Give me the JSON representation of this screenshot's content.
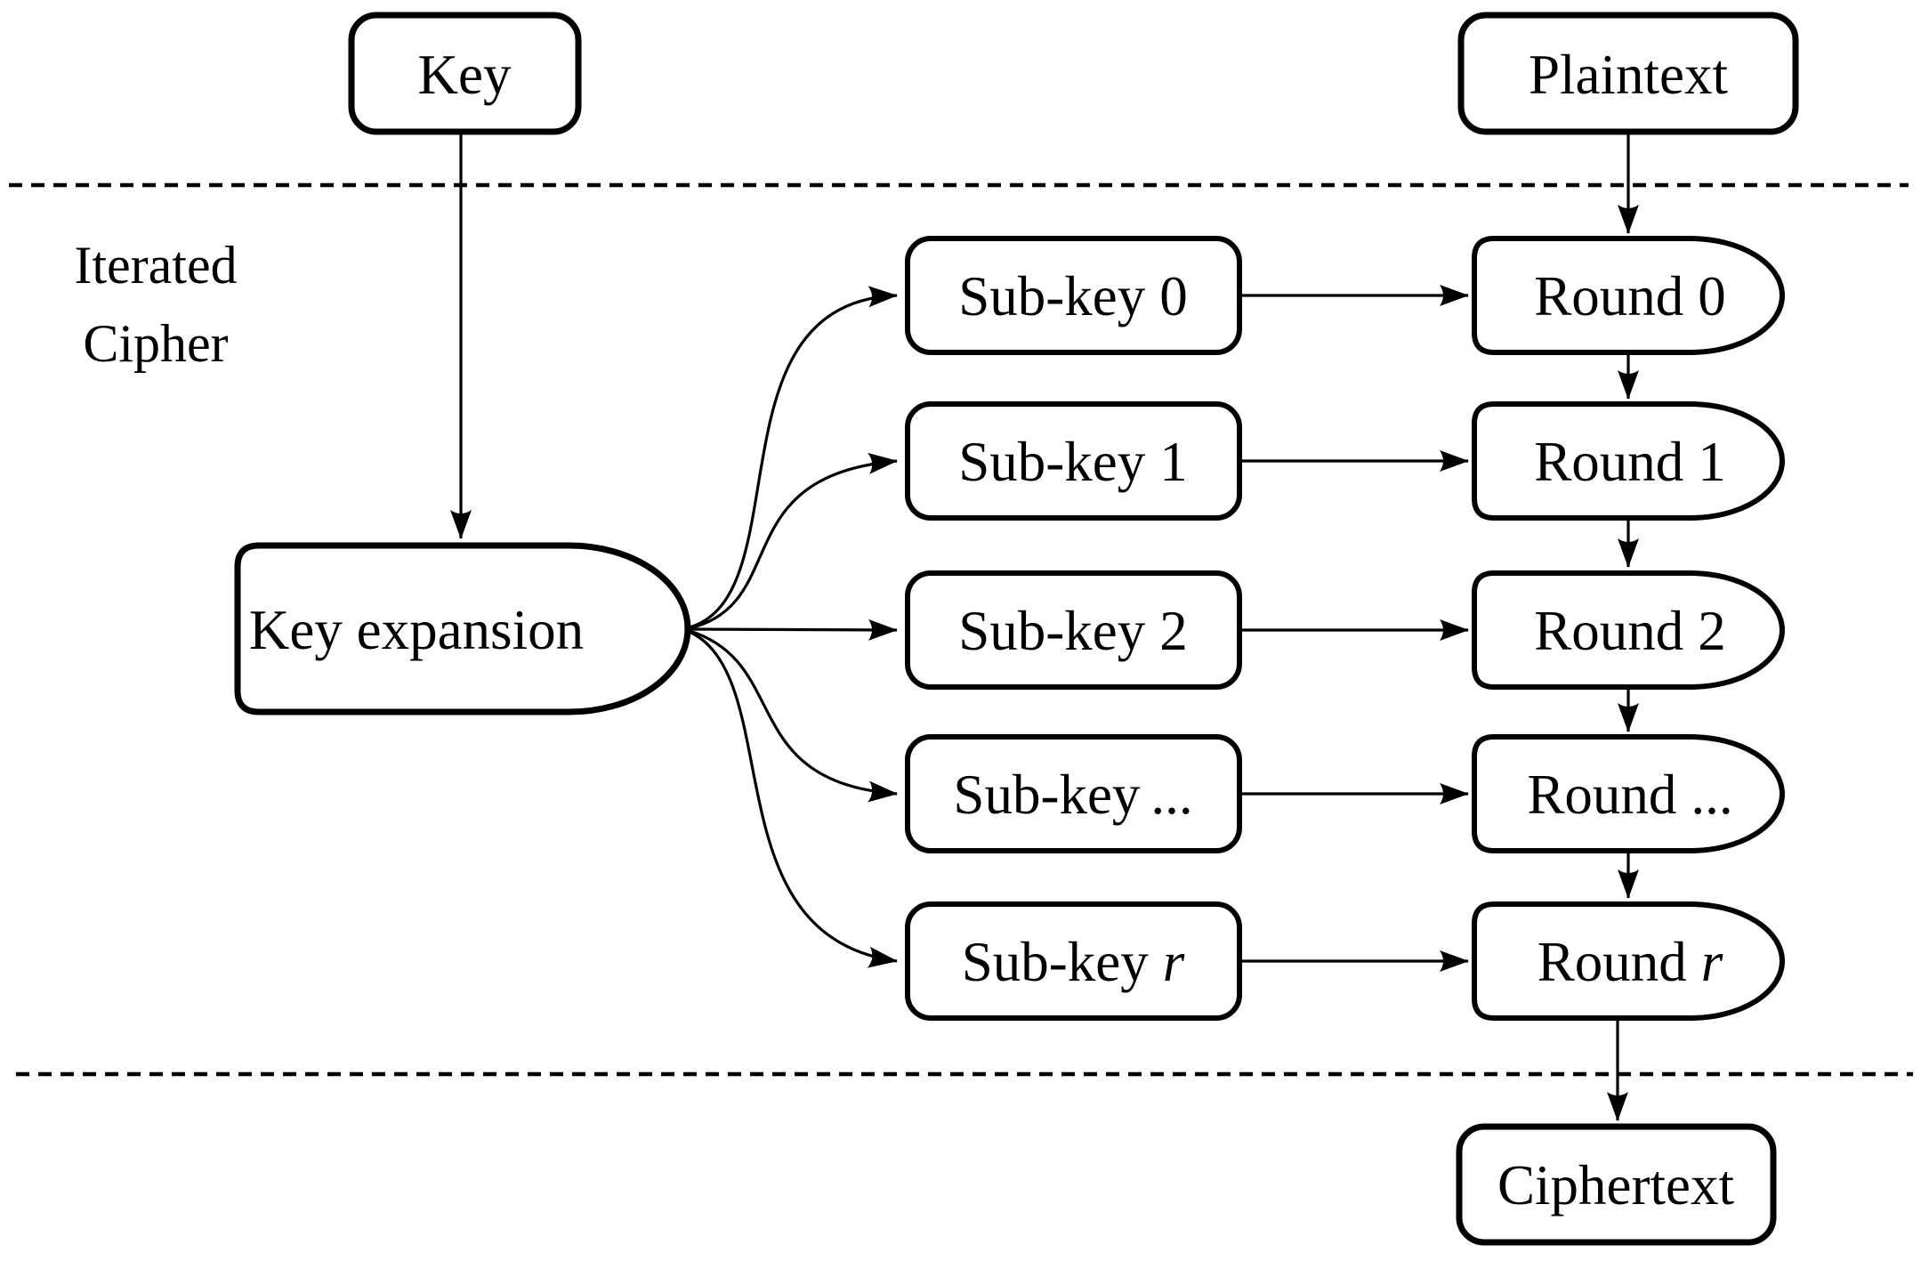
{
  "diagram": {
    "colors": {
      "ink": "#000000",
      "background": "#ffffff"
    },
    "section_label": {
      "line1": "Iterated",
      "line2": "Cipher"
    },
    "nodes": {
      "key": "Key",
      "plaintext": "Plaintext",
      "key_expansion": "Key expansion",
      "ciphertext": "Ciphertext"
    },
    "rows": [
      {
        "subkey_prefix": "Sub-key",
        "subkey_var": "0",
        "round_prefix": "Round",
        "round_var": "0",
        "var_style": "normal"
      },
      {
        "subkey_prefix": "Sub-key",
        "subkey_var": "1",
        "round_prefix": "Round",
        "round_var": "1",
        "var_style": "normal"
      },
      {
        "subkey_prefix": "Sub-key",
        "subkey_var": "2",
        "round_prefix": "Round",
        "round_var": "2",
        "var_style": "normal"
      },
      {
        "subkey_prefix": "Sub-key",
        "subkey_var": "...",
        "round_prefix": "Round",
        "round_var": "...",
        "var_style": "normal"
      },
      {
        "subkey_prefix": "Sub-key",
        "subkey_var": "r",
        "round_prefix": "Round",
        "round_var": "r",
        "var_style": "italic"
      }
    ]
  }
}
